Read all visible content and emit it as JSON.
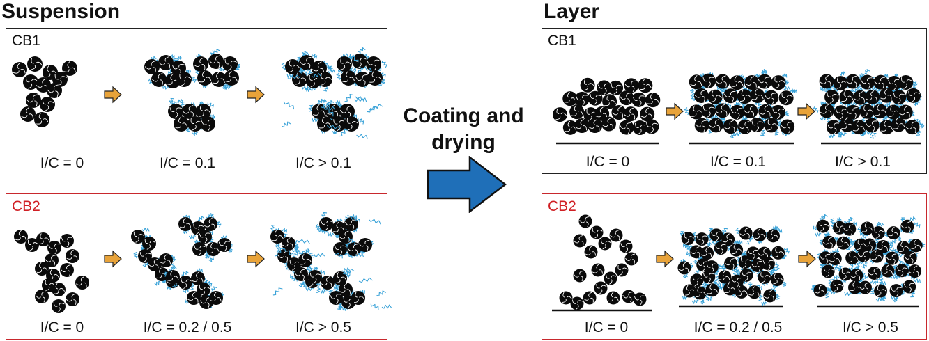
{
  "left_title": "Suspension",
  "right_title": "Layer",
  "process": {
    "line1": "Coating and",
    "line2": "drying"
  },
  "suspension": {
    "cb1": {
      "label": "CB1",
      "ic": [
        "I/C = 0",
        "I/C = 0.1",
        "I/C > 0.1"
      ]
    },
    "cb2": {
      "label": "CB2",
      "ic": [
        "I/C = 0",
        "I/C = 0.2 / 0.5",
        "I/C > 0.5"
      ]
    }
  },
  "layer": {
    "cb1": {
      "label": "CB1",
      "ic": [
        "I/C = 0",
        "I/C = 0.1",
        "I/C > 0.1"
      ]
    },
    "cb2": {
      "label": "CB2",
      "ic": [
        "I/C = 0",
        "I/C = 0.2 / 0.5",
        "I/C > 0.5"
      ]
    }
  },
  "colors": {
    "cb2_accent": "#d01f24",
    "step_arrow": "#e8a33a",
    "process_arrow": "#1f6fb8",
    "ionomer": "#3ba3d8",
    "particle": "#0a0a0a"
  }
}
